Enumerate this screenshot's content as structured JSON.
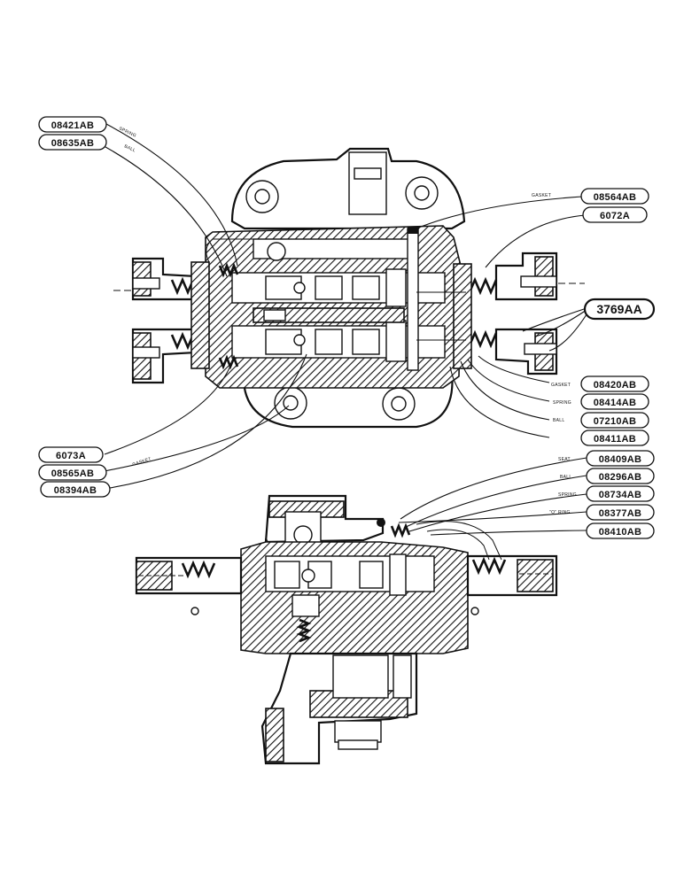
{
  "upper_view": {
    "callouts_left": [
      "08421AB",
      "08635AB"
    ],
    "callouts_right": [
      "08564AB",
      "6072A",
      "3769AA",
      "08420AB",
      "08414AB",
      "07210AB",
      "08411AB"
    ],
    "callouts_bottom": [
      "6073A",
      "08565AB",
      "08394AB"
    ],
    "descriptors": {
      "spring_upper_left": "SPRING",
      "ball_upper_left": "BALL",
      "gasket_top": "GASKET",
      "gasket_right": "GASKET",
      "spring_right": "SPRING",
      "ball_right": "BALL",
      "gasket_bottom": "GASKET"
    }
  },
  "lower_view": {
    "callouts": [
      "08409AB",
      "08296AB",
      "08734AB",
      "08377AB",
      "08410AB"
    ],
    "descriptors": {
      "seat": "SEAT",
      "ball": "BALL",
      "spring": "SPRING",
      "o_ring": "\"O\" RING"
    }
  }
}
